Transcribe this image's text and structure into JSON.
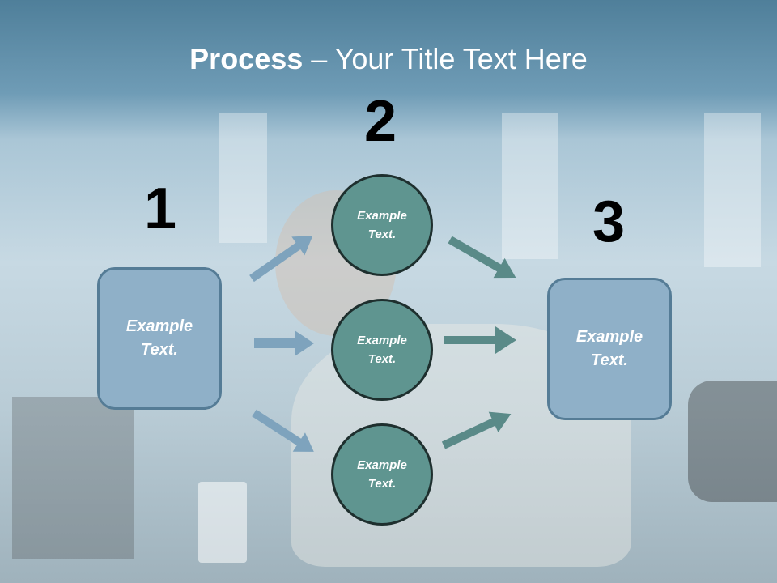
{
  "title": {
    "bold": "Process",
    "rest": " – Your Title Text Here"
  },
  "steps": [
    {
      "number": "1",
      "text": "Example\nText."
    },
    {
      "number": "2"
    },
    {
      "number": "3",
      "text": "Example\nText."
    }
  ],
  "circles": [
    {
      "text": "Example\nText."
    },
    {
      "text": "Example\nText."
    },
    {
      "text": "Example\nText."
    }
  ],
  "colors": {
    "box_fill": "#8fb0c8",
    "circle_fill": "#5f9590",
    "arrow_in": "#7ea3bd",
    "arrow_out": "#5a8a88"
  }
}
